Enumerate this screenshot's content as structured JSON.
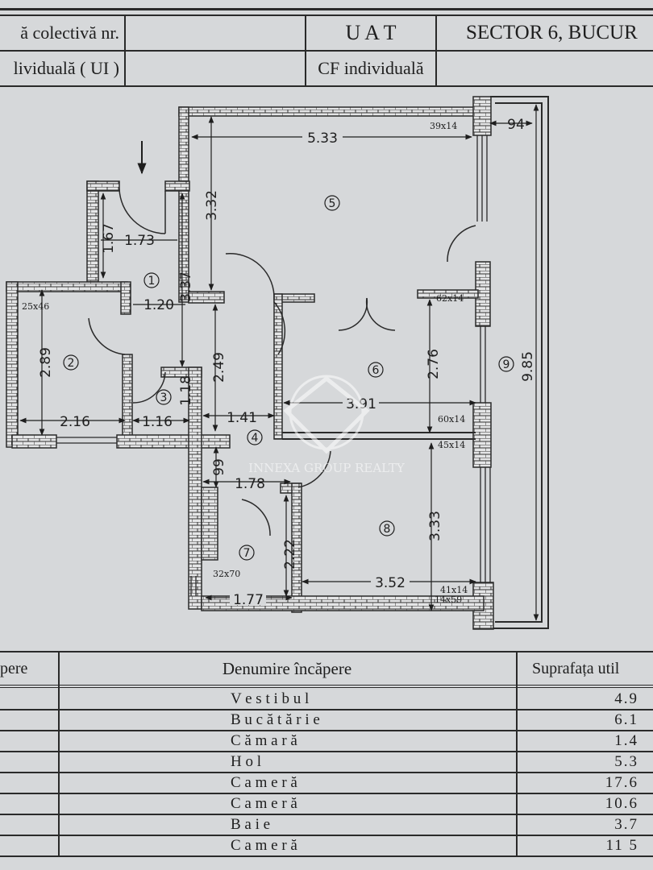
{
  "header": {
    "row1_label": "ă colectivă nr.",
    "row1_value": "",
    "uat_label": "U A T",
    "uat_value": "SECTOR 6, BUCUR",
    "row2_label": "lividuală ( UI )",
    "row2_value": "",
    "cf_label": "CF individuală",
    "cf_value": ""
  },
  "plan": {
    "entrance_arrow": "arrow-down-icon",
    "rooms": [
      "1",
      "2",
      "3",
      "4",
      "5",
      "6",
      "7",
      "8",
      "9"
    ],
    "dimensions": {
      "d533": "5.33",
      "d94": "94",
      "d332": "3.32",
      "d167": "1.67",
      "d173": "1.73",
      "d120": "1.20",
      "d337": "3.37",
      "d289": "2.89",
      "d216": "2.16",
      "d116": "1.16",
      "d118": "1.18",
      "d249": "2.49",
      "d141": "1.41",
      "d276": "2.76",
      "d391": "3.91",
      "d985": "9.85",
      "d99": "99",
      "d178": "1.78",
      "d222": "2.22",
      "d333": "3.33",
      "d352": "3.52",
      "d177": "1.77"
    },
    "openings": {
      "o39x14": "39x14",
      "o25x46": "25x46",
      "o62x14": "62x14",
      "o60x14": "60x14",
      "o45x14": "45x14",
      "o32x70": "32x70",
      "o41x14": "41x14",
      "o14x59": "14x59"
    },
    "watermark": "INNEXA GROUP REALTY"
  },
  "table": {
    "headers": [
      "pere",
      "Denumire încăpere",
      "Suprafața util"
    ],
    "rows": [
      {
        "name": "V e s t i b u l",
        "area": "4.9"
      },
      {
        "name": "B u c ă t ă r i e",
        "area": "6.1"
      },
      {
        "name": "C ă m a r ă",
        "area": "1.4"
      },
      {
        "name": "H o l",
        "area": "5.3"
      },
      {
        "name": "C a m e r ă",
        "area": "17.6"
      },
      {
        "name": "C a m e r ă",
        "area": "10.6"
      },
      {
        "name": "B a i e",
        "area": "3.7"
      },
      {
        "name": "C a m e r ă",
        "area": "11 5"
      }
    ]
  }
}
